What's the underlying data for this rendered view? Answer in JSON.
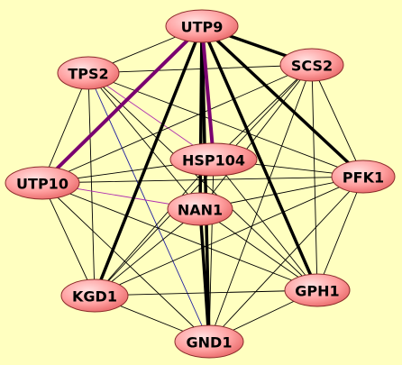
{
  "colors": {
    "background": "#ffffc0",
    "node_fill_light": "#ffd0d0",
    "node_fill_dark": "#f07878",
    "edge_default": "#000000",
    "edge_purple": "#7a0070",
    "edge_magenta": "#b030b0",
    "edge_blue": "#2020a0"
  },
  "nodes": [
    {
      "id": "UTP9",
      "label": "UTP9"
    },
    {
      "id": "SCS2",
      "label": "SCS2"
    },
    {
      "id": "TPS2",
      "label": "TPS2"
    },
    {
      "id": "HSP104",
      "label": "HSP104"
    },
    {
      "id": "PFK1",
      "label": "PFK1"
    },
    {
      "id": "UTP10",
      "label": "UTP10"
    },
    {
      "id": "NAN1",
      "label": "NAN1"
    },
    {
      "id": "GPH1",
      "label": "GPH1"
    },
    {
      "id": "KGD1",
      "label": "KGD1"
    },
    {
      "id": "GND1",
      "label": "GND1"
    }
  ],
  "edges": [
    {
      "source": "UTP9",
      "target": "SCS2",
      "weight": "thick",
      "color": "black"
    },
    {
      "source": "UTP9",
      "target": "PFK1",
      "weight": "thick",
      "color": "black"
    },
    {
      "source": "UTP9",
      "target": "GPH1",
      "weight": "thick",
      "color": "black"
    },
    {
      "source": "UTP9",
      "target": "GND1",
      "weight": "thick",
      "color": "black"
    },
    {
      "source": "UTP9",
      "target": "KGD1",
      "weight": "thick",
      "color": "black"
    },
    {
      "source": "UTP9",
      "target": "NAN1",
      "weight": "thick",
      "color": "black"
    },
    {
      "source": "UTP9",
      "target": "HSP104",
      "weight": "thick",
      "color": "purple"
    },
    {
      "source": "UTP9",
      "target": "UTP10",
      "weight": "thick",
      "color": "purple"
    },
    {
      "source": "UTP9",
      "target": "TPS2",
      "weight": "thin",
      "color": "black"
    },
    {
      "source": "NAN1",
      "target": "GND1",
      "weight": "thick",
      "color": "black"
    },
    {
      "source": "HSP104",
      "target": "GND1",
      "weight": "thin",
      "color": "black"
    },
    {
      "source": "TPS2",
      "target": "SCS2",
      "weight": "thin",
      "color": "black"
    },
    {
      "source": "TPS2",
      "target": "HSP104",
      "weight": "thin",
      "color": "magenta"
    },
    {
      "source": "TPS2",
      "target": "NAN1",
      "weight": "thin",
      "color": "black"
    },
    {
      "source": "TPS2",
      "target": "UTP10",
      "weight": "thin",
      "color": "black"
    },
    {
      "source": "TPS2",
      "target": "PFK1",
      "weight": "thin",
      "color": "black"
    },
    {
      "source": "TPS2",
      "target": "GPH1",
      "weight": "thin",
      "color": "black"
    },
    {
      "source": "TPS2",
      "target": "KGD1",
      "weight": "thin",
      "color": "black"
    },
    {
      "source": "TPS2",
      "target": "GND1",
      "weight": "thin",
      "color": "blue"
    },
    {
      "source": "SCS2",
      "target": "UTP10",
      "weight": "thin",
      "color": "black"
    },
    {
      "source": "SCS2",
      "target": "HSP104",
      "weight": "thin",
      "color": "black"
    },
    {
      "source": "SCS2",
      "target": "NAN1",
      "weight": "thin",
      "color": "black"
    },
    {
      "source": "SCS2",
      "target": "PFK1",
      "weight": "thin",
      "color": "black"
    },
    {
      "source": "SCS2",
      "target": "GPH1",
      "weight": "thin",
      "color": "black"
    },
    {
      "source": "SCS2",
      "target": "KGD1",
      "weight": "thin",
      "color": "black"
    },
    {
      "source": "SCS2",
      "target": "GND1",
      "weight": "thin",
      "color": "black"
    },
    {
      "source": "UTP10",
      "target": "HSP104",
      "weight": "thin",
      "color": "black"
    },
    {
      "source": "UTP10",
      "target": "NAN1",
      "weight": "thin",
      "color": "magenta"
    },
    {
      "source": "UTP10",
      "target": "PFK1",
      "weight": "thin",
      "color": "black"
    },
    {
      "source": "UTP10",
      "target": "KGD1",
      "weight": "thin",
      "color": "black"
    },
    {
      "source": "UTP10",
      "target": "GND1",
      "weight": "thin",
      "color": "black"
    },
    {
      "source": "UTP10",
      "target": "GPH1",
      "weight": "thin",
      "color": "black"
    },
    {
      "source": "HSP104",
      "target": "PFK1",
      "weight": "thin",
      "color": "black"
    },
    {
      "source": "HSP104",
      "target": "KGD1",
      "weight": "thin",
      "color": "black"
    },
    {
      "source": "HSP104",
      "target": "GPH1",
      "weight": "thin",
      "color": "black"
    },
    {
      "source": "NAN1",
      "target": "PFK1",
      "weight": "thin",
      "color": "black"
    },
    {
      "source": "NAN1",
      "target": "KGD1",
      "weight": "thin",
      "color": "black"
    },
    {
      "source": "NAN1",
      "target": "GPH1",
      "weight": "thin",
      "color": "black"
    },
    {
      "source": "PFK1",
      "target": "KGD1",
      "weight": "thin",
      "color": "black"
    },
    {
      "source": "PFK1",
      "target": "GND1",
      "weight": "thin",
      "color": "black"
    },
    {
      "source": "PFK1",
      "target": "GPH1",
      "weight": "thin",
      "color": "black"
    },
    {
      "source": "KGD1",
      "target": "GND1",
      "weight": "thin",
      "color": "black"
    },
    {
      "source": "KGD1",
      "target": "GPH1",
      "weight": "thin",
      "color": "black"
    },
    {
      "source": "GPH1",
      "target": "GND1",
      "weight": "thin",
      "color": "black"
    }
  ]
}
